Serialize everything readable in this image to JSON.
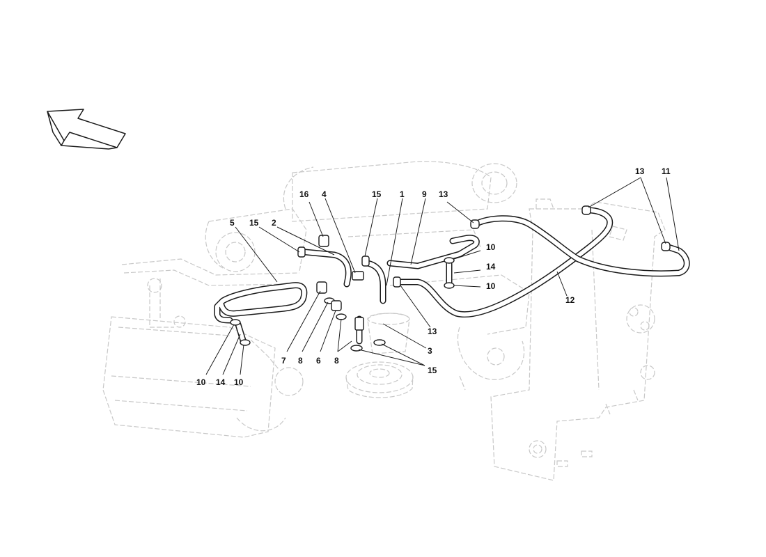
{
  "diagram": {
    "direction_icon": "arrow-up-left-icon",
    "callouts": [
      {
        "id": "c16",
        "text": "16"
      },
      {
        "id": "c4",
        "text": "4"
      },
      {
        "id": "c15a",
        "text": "15"
      },
      {
        "id": "c1",
        "text": "1"
      },
      {
        "id": "c9",
        "text": "9"
      },
      {
        "id": "c13a",
        "text": "13"
      },
      {
        "id": "c13b",
        "text": "13"
      },
      {
        "id": "c11",
        "text": "11"
      },
      {
        "id": "c5",
        "text": "5"
      },
      {
        "id": "c15b",
        "text": "15"
      },
      {
        "id": "c2",
        "text": "2"
      },
      {
        "id": "c10a",
        "text": "10"
      },
      {
        "id": "c14a",
        "text": "14"
      },
      {
        "id": "c10b",
        "text": "10"
      },
      {
        "id": "c12",
        "text": "12"
      },
      {
        "id": "c13c",
        "text": "13"
      },
      {
        "id": "c3",
        "text": "3"
      },
      {
        "id": "c15c",
        "text": "15"
      },
      {
        "id": "c7",
        "text": "7"
      },
      {
        "id": "c8a",
        "text": "8"
      },
      {
        "id": "c6",
        "text": "6"
      },
      {
        "id": "c8b",
        "text": "8"
      },
      {
        "id": "c10c",
        "text": "10"
      },
      {
        "id": "c14b",
        "text": "14"
      },
      {
        "id": "c10d",
        "text": "10"
      }
    ]
  }
}
